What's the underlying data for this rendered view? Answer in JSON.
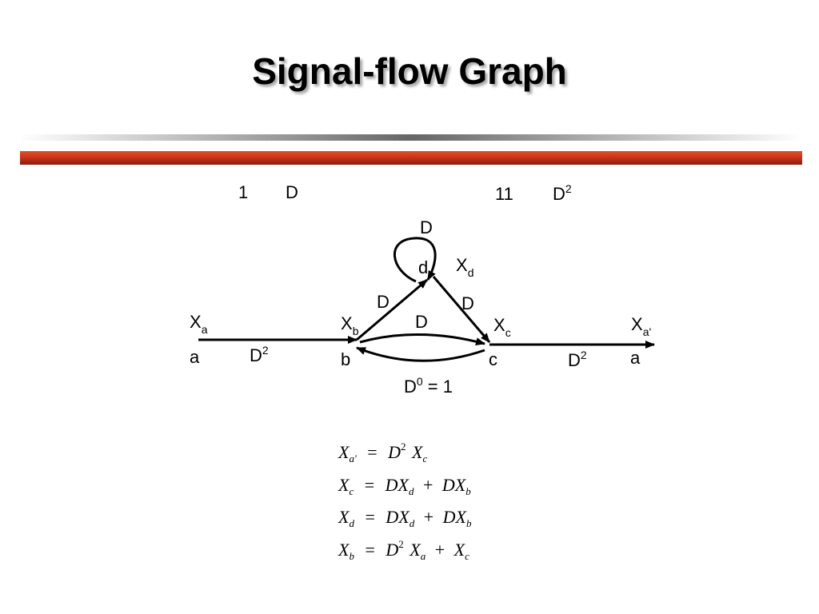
{
  "slide": {
    "title": "Signal-flow Graph"
  },
  "colors": {
    "accent_bar": "#c8321a",
    "accent_bar_dark": "#8a1a0c",
    "title_shadow": "#888888"
  },
  "diagram": {
    "top_codes": {
      "left_bit": "1",
      "left_branch": "D",
      "right_bits": "11",
      "right_branch_base": "D",
      "right_branch_exp": "2"
    },
    "loop_label": "D",
    "nodes": {
      "a_in": {
        "symbol": "X",
        "sub": "a",
        "letter": "a"
      },
      "b": {
        "symbol": "X",
        "sub": "b",
        "letter": "b"
      },
      "c": {
        "symbol": "X",
        "sub": "c",
        "letter": "c"
      },
      "d": {
        "symbol": "X",
        "sub": "d",
        "letter": "d"
      },
      "a_out": {
        "symbol": "X",
        "sub": "a'",
        "letter": "a"
      }
    },
    "edges": {
      "a_to_b": {
        "base": "D",
        "exp": "2"
      },
      "b_to_d": {
        "label": "D"
      },
      "d_to_c": {
        "label": "D"
      },
      "b_to_c": {
        "label": "D"
      },
      "c_to_b": {
        "base": "D",
        "exp": "0",
        "rest": " = 1"
      },
      "c_to_a_out": {
        "base": "D",
        "exp": "2"
      }
    }
  },
  "equations": [
    {
      "lhs": "X",
      "lhs_sub": "a'",
      "rhs": "D²X_c"
    },
    {
      "lhs": "X",
      "lhs_sub": "c",
      "rhs": "DX_d + DX_b"
    },
    {
      "lhs": "X",
      "lhs_sub": "d",
      "rhs": "DX_d + DX_b"
    },
    {
      "lhs": "X",
      "lhs_sub": "b",
      "rhs": "D²X_a + X_c"
    }
  ],
  "equation_text": {
    "eq_sign": "=",
    "plus": "+",
    "X": "X",
    "D": "D",
    "DX": "DX",
    "two": "2",
    "sub_a_prime": "a'",
    "sub_a": "a",
    "sub_b": "b",
    "sub_c": "c",
    "sub_d": "d"
  }
}
